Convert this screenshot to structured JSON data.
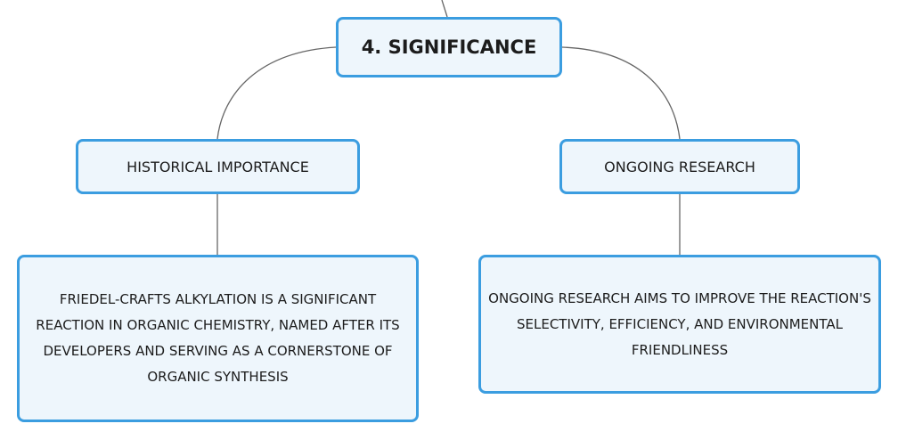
{
  "root": {
    "label": "4. SIGNIFICANCE"
  },
  "branches": [
    {
      "label": "HISTORICAL IMPORTANCE",
      "detail": "FRIEDEL-CRAFTS ALKYLATION IS A SIGNIFICANT REACTION IN ORGANIC CHEMISTRY, NAMED AFTER ITS DEVELOPERS AND SERVING AS A CORNERSTONE OF ORGANIC SYNTHESIS"
    },
    {
      "label": "ONGOING RESEARCH",
      "detail": "ONGOING RESEARCH AIMS TO IMPROVE THE REACTION'S SELECTIVITY, EFFICIENCY, AND ENVIRONMENTAL FRIENDLINESS"
    }
  ],
  "colors": {
    "node_border": "#3b9de0",
    "node_fill": "#eef6fc",
    "connector": "#666666",
    "text": "#1c1c1c"
  }
}
